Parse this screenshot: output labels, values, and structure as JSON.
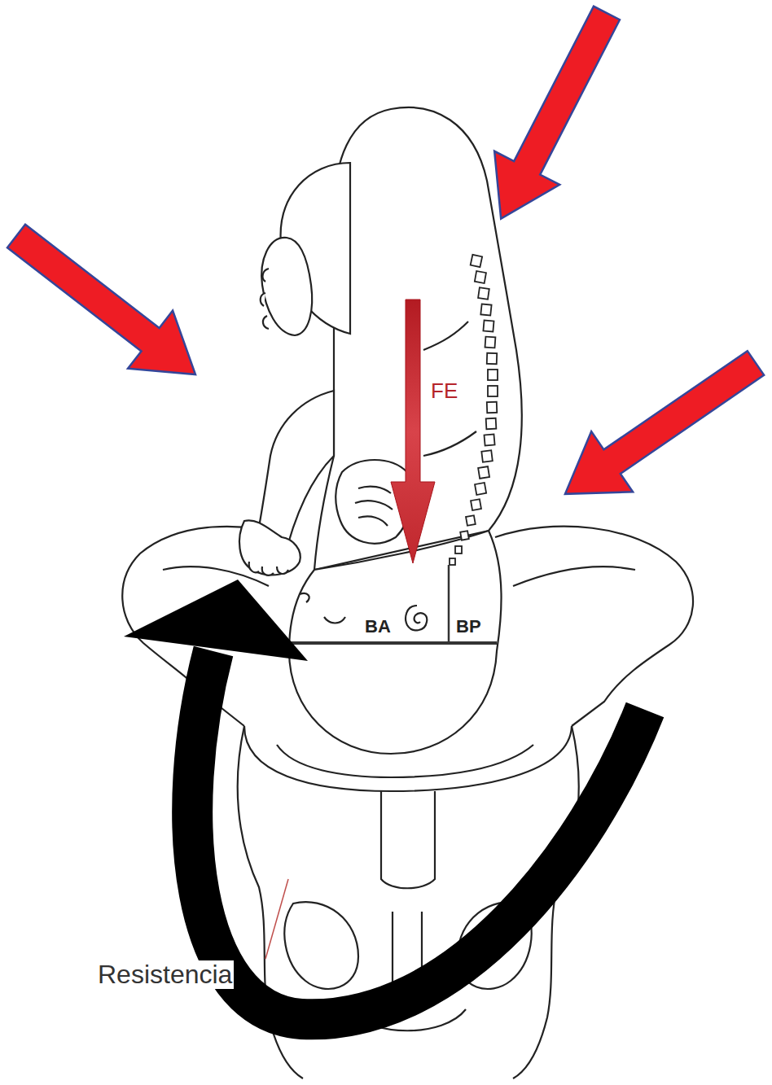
{
  "diagram": {
    "labels": [
      "FE",
      "BA",
      "BP",
      "Resistencia"
    ]
  }
}
